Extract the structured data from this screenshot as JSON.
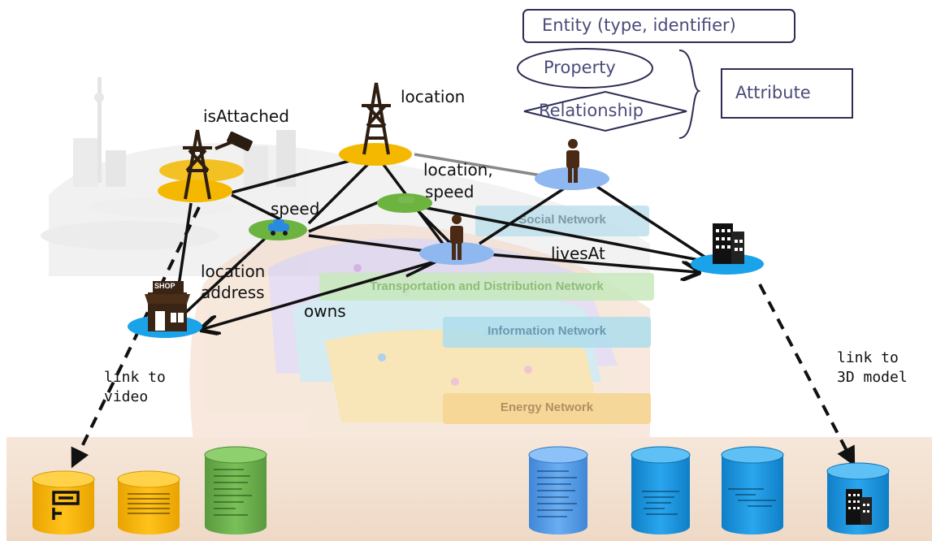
{
  "legend": {
    "entity": "Entity (type, identifier)",
    "property": "Property",
    "relationship": "Relationship",
    "attribute": "Attribute"
  },
  "networks": {
    "social": "Social Network",
    "transportation": "Transportation and Distribution Network",
    "information": "Information Network",
    "energy": "Energy Network"
  },
  "relations": {
    "is_attached": "isAttached",
    "location_top": "location",
    "location_speed_1": "location,",
    "location_speed_2": "speed",
    "speed": "speed",
    "lives_at": "livesAt",
    "location_address_1": "location",
    "location_address_2": "address",
    "owns": "owns",
    "link_video_1": "link to",
    "link_video_2": "video",
    "link_model_1": "link to",
    "link_model_2": "3D model"
  },
  "shop_sign": "SHOP",
  "colors": {
    "orange_node": "#f5b800",
    "green_node": "#6db33f",
    "blue_node": "#8fb8f0",
    "cyan_node": "#1aa3e8",
    "orange_db": "#f7b500",
    "green_db": "#6ab04c",
    "light_blue_db": "#4e97e6",
    "blue_db": "#1e8fd6",
    "floor": "#f4e4d6"
  }
}
